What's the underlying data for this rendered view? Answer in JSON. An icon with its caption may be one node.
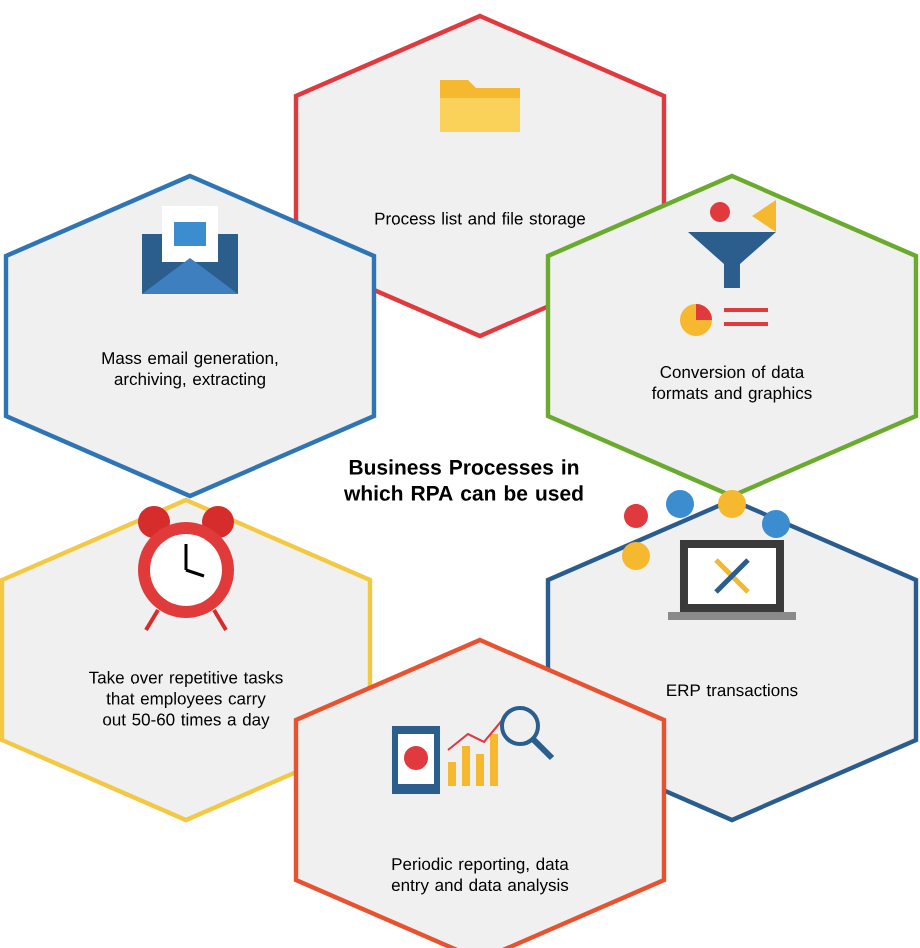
{
  "diagram": {
    "title": "Business Processes in which RPA can be used",
    "nodes": [
      {
        "text": [
          "Process list and file storage"
        ]
      },
      {
        "text": [
          "Mass email generation, archiving, extracting"
        ]
      },
      {
        "text": [
          "Conversion of data formats and graphics"
        ]
      },
      {
        "text": [
          "Take over repetitive tasks that employees carry out 50-60 times a day"
        ]
      },
      {
        "text": [
          "ERP transactions"
        ]
      },
      {
        "text": [
          "Periodic reporting, data entry and data analysis"
        ]
      }
    ]
  }
}
